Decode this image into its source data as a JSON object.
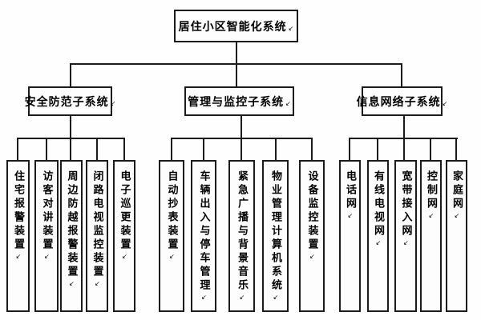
{
  "diagram": {
    "root": {
      "label": "居住小区智能化系统"
    },
    "eol_mark": "↙",
    "branches": [
      {
        "label": "安全防范子系统",
        "children": [
          "住宅报警装置",
          "访客对讲装置",
          "周边防越报警装置",
          "闭路电视监控装置",
          "电子巡更装置"
        ]
      },
      {
        "label": "管理与监控子系统",
        "children": [
          "自动抄表装置",
          "车辆出入与停车管理",
          "紧急广播与背景音乐",
          "物业管理计算机系统",
          "设备监控装置"
        ]
      },
      {
        "label": "信息网络子系统",
        "children": [
          "电话网",
          "有线电视网",
          "宽带接入网",
          "控制网",
          "家庭网"
        ]
      }
    ],
    "colors": {
      "line": "#1b1b1b",
      "box_border": "#1b1b1b",
      "text": "#000000",
      "background": "#ffffff"
    }
  }
}
